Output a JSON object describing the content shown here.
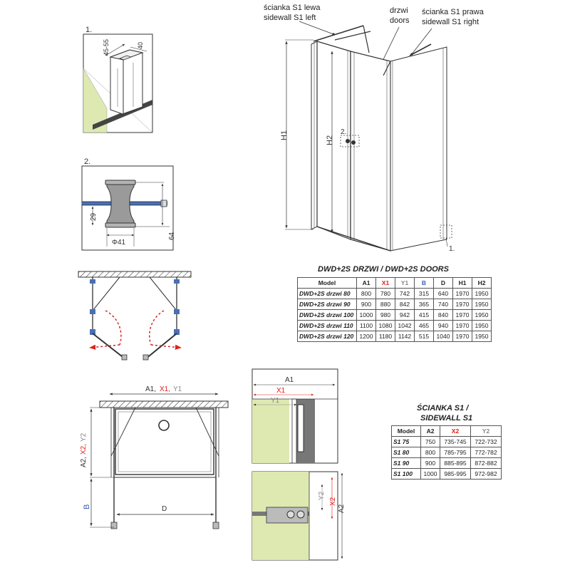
{
  "colors": {
    "red": "#e0201c",
    "blue": "#3a5fb0",
    "grey": "#8a8a8a",
    "wall_green": "#dde9b0",
    "line": "#333333"
  },
  "labels": {
    "wall_left_pl": "ścianka S1 lewa",
    "wall_left_en": "sidewall S1 left",
    "doors_pl": "drzwi",
    "doors_en": "doors",
    "wall_right_pl": "ścianka S1 prawa",
    "wall_right_en": "sidewall S1 right",
    "detail1": "1.",
    "detail2": "2.",
    "h1": "H1",
    "h2": "H2",
    "dim_45_55": "45-55",
    "dim_40": "40",
    "dim_29": "29",
    "dim_64": "64",
    "dim_phi41": "Φ41",
    "plan_top_a1": "A1,",
    "plan_top_x1": "X1,",
    "plan_top_y1": "Y1",
    "plan_side_a2": "A2,",
    "plan_side_x2": "X2,",
    "plan_side_y2": "Y2",
    "plan_b": "B",
    "plan_d": "D",
    "sec_a1": "A1",
    "sec_x1": "X1",
    "sec_y1": "Y1",
    "sec_y2": "Y2",
    "sec_x2": "X2",
    "sec_a2": "A2"
  },
  "doors_table": {
    "caption": "DWD+2S DRZWI / DWD+2S DOORS",
    "headers": [
      "Model",
      "A1",
      "X1",
      "Y1",
      "B",
      "D",
      "H1",
      "H2"
    ],
    "rows": [
      [
        "DWD+2S drzwi 80",
        "800",
        "780",
        "742",
        "315",
        "640",
        "1970",
        "1950"
      ],
      [
        "DWD+2S drzwi 90",
        "900",
        "880",
        "842",
        "365",
        "740",
        "1970",
        "1950"
      ],
      [
        "DWD+2S drzwi 100",
        "1000",
        "980",
        "942",
        "415",
        "840",
        "1970",
        "1950"
      ],
      [
        "DWD+2S drzwi 110",
        "1100",
        "1080",
        "1042",
        "465",
        "940",
        "1970",
        "1950"
      ],
      [
        "DWD+2S drzwi 120",
        "1200",
        "1180",
        "1142",
        "515",
        "1040",
        "1970",
        "1950"
      ]
    ]
  },
  "sidewall_table": {
    "caption_line1": "ŚCIANKA S1 /",
    "caption_line2": "SIDEWALL S1",
    "headers": [
      "Model",
      "A2",
      "X2",
      "Y2"
    ],
    "rows": [
      [
        "S1 75",
        "750",
        "735-745",
        "722-732"
      ],
      [
        "S1 80",
        "800",
        "785-795",
        "772-782"
      ],
      [
        "S1 90",
        "900",
        "885-895",
        "872-882"
      ],
      [
        "S1 100",
        "1000",
        "985-995",
        "972-982"
      ]
    ]
  }
}
